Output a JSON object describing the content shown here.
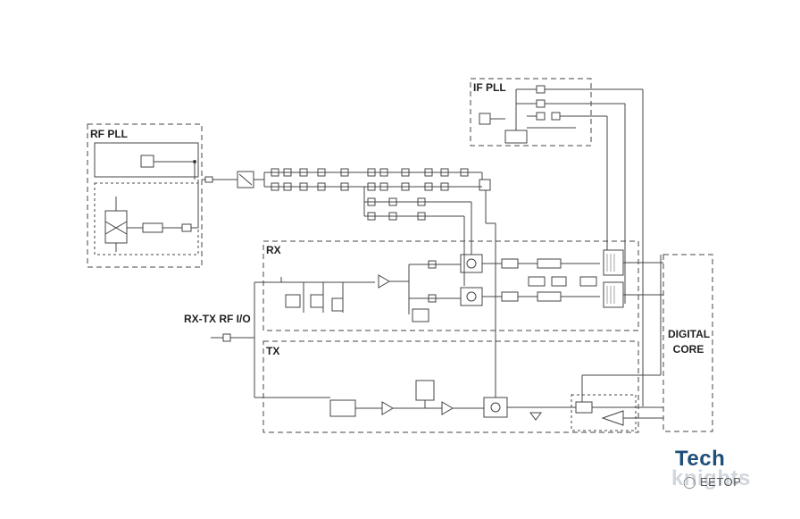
{
  "blocks": {
    "rf_pll": "RF PLL",
    "if_pll": "IF PLL",
    "rx": "RX",
    "tx": "TX",
    "digital_core_line1": "DIGITAL",
    "digital_core_line2": "CORE",
    "rx_tx_io": "RX-TX RF I/O"
  },
  "brand": {
    "tech": "Tech",
    "knights": "knights",
    "eetop": "EETOP",
    "wechat_icon": "wechat-icon"
  },
  "colors": {
    "line": "#2b2b2b",
    "dash": "#555555",
    "brand": "#1f4e79"
  }
}
